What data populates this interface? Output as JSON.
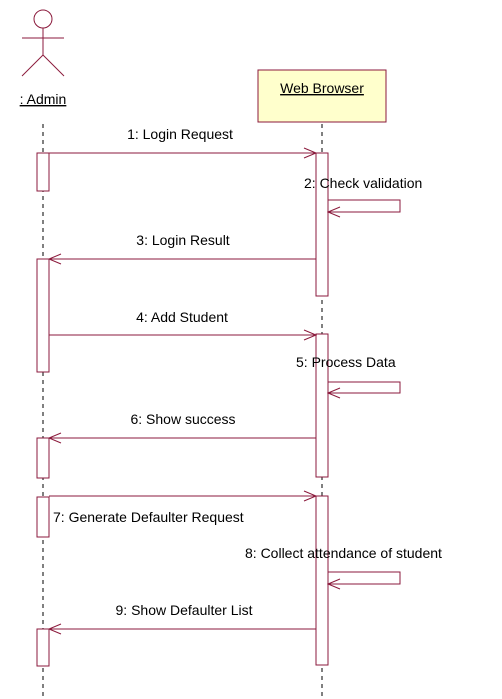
{
  "colors": {
    "line": "#8b1a3c",
    "lifeline": "#000000",
    "participant_box_fill": "#ffffcc",
    "participant_box_border": "#8b1a3c",
    "background": "#ffffff"
  },
  "actor": {
    "label": ": Admin",
    "icon": "stick-figure-actor-icon"
  },
  "participant": {
    "label": "Web Browser"
  },
  "messages": [
    {
      "label": "1: Login Request"
    },
    {
      "label": "2: Check validation"
    },
    {
      "label": "3: Login Result"
    },
    {
      "label": "4: Add Student"
    },
    {
      "label": "5: Process Data"
    },
    {
      "label": "6: Show success"
    },
    {
      "label": "7: Generate Defaulter Request"
    },
    {
      "label": "8: Collect attendance of student"
    },
    {
      "label": "9: Show Defaulter List"
    }
  ]
}
